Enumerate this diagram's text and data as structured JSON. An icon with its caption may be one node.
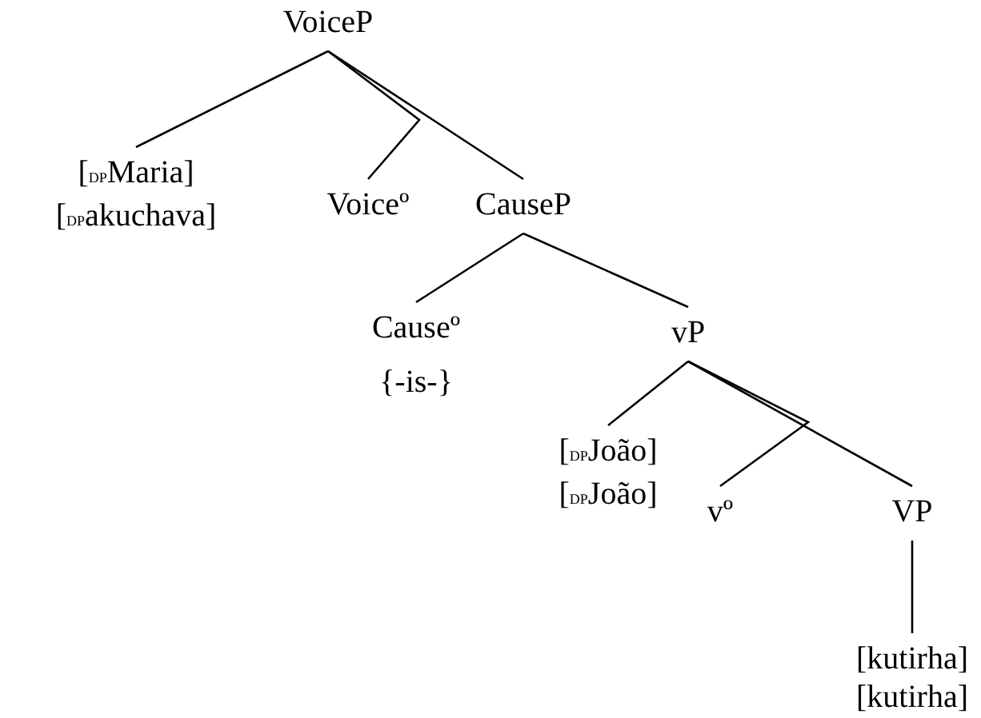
{
  "diagram": {
    "nodes": [
      {
        "text": [
          "VoiceP"
        ]
      },
      {
        "text": [
          "[$_{DP}$Maria]",
          "[$_{DP}$akuchava]"
        ]
      },
      {
        "text": [
          "Voiceº"
        ]
      },
      {
        "text": [
          "CauseP"
        ]
      },
      {
        "text": [
          "Causeº"
        ],
        "beside": [
          "{-is-}"
        ]
      },
      {
        "text": [
          "vP"
        ]
      },
      {
        "text": [
          "[$_{DP}$João]",
          "[$_{DP}$João]"
        ]
      },
      {
        "text": [
          "vº"
        ]
      },
      {
        "text": [
          "VP"
        ]
      },
      {
        "text": [
          "[kutirha]",
          "[kutirha]"
        ]
      }
    ],
    "edges": [
      {
        "from": 0,
        "to": 1,
        "arrow": "none"
      },
      {
        "from": 0,
        "to": 3,
        "arrow": "none"
      },
      {
        "from": 0,
        "to": 2,
        "arrow": "none"
      },
      {
        "from": 3,
        "to": 4,
        "arrow": "none"
      },
      {
        "from": 3,
        "to": 5,
        "arrow": "none"
      },
      {
        "from": 5,
        "to": 6,
        "arrow": "none"
      },
      {
        "from": 5,
        "to": 8,
        "arrow": "none"
      },
      {
        "from": 5,
        "to": 7,
        "arrow": "none"
      },
      {
        "from": 8,
        "to": 9,
        "arrow": "none"
      }
    ]
  }
}
